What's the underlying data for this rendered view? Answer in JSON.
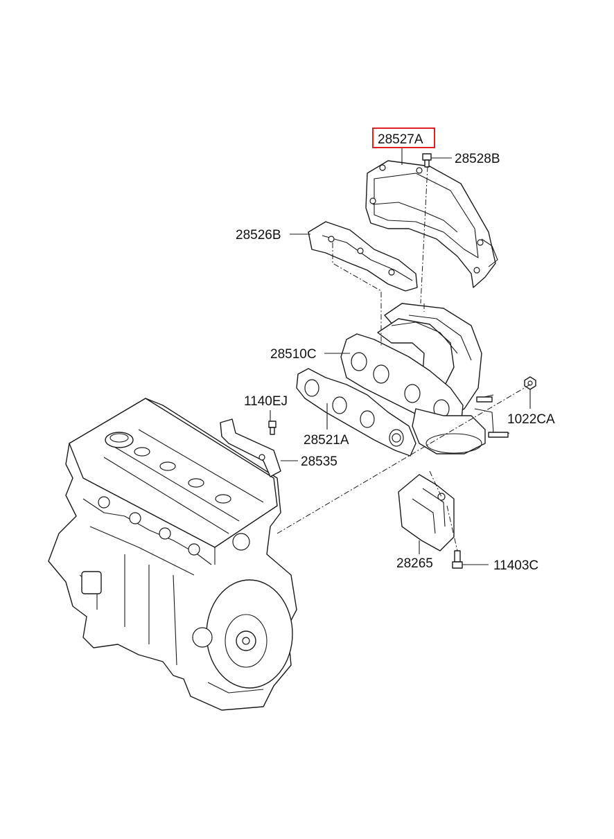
{
  "colors": {
    "highlight": "#e02020",
    "line": "#1a1a1a",
    "background": "#ffffff"
  },
  "labels": {
    "p28527A": "28527A",
    "p28528B": "28528B",
    "p28526B": "28526B",
    "p28510C": "28510C",
    "p1140EJ": "1140EJ",
    "p28521A": "28521A",
    "p1022CA": "1022CA",
    "p28535": "28535",
    "p28265": "28265",
    "p11403C": "11403C"
  },
  "highlighted_part": "28527A"
}
